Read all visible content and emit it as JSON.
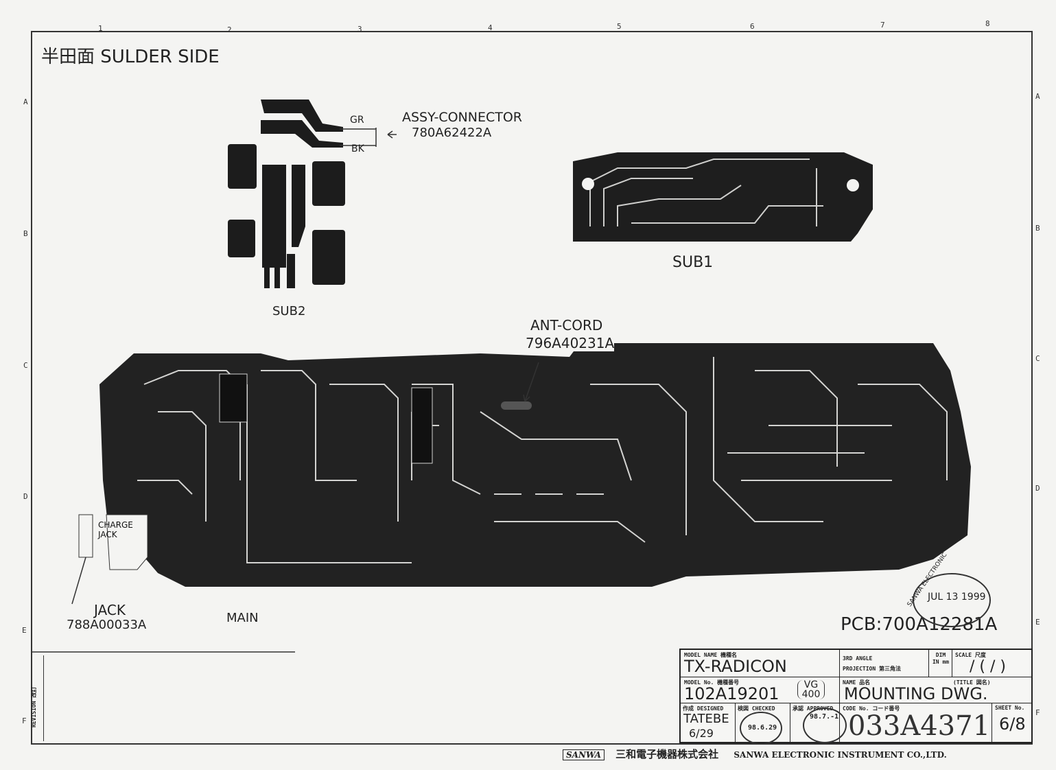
{
  "grid": {
    "columns": [
      "1",
      "2",
      "3",
      "4",
      "5",
      "6",
      "7",
      "8"
    ],
    "rows": [
      "A",
      "B",
      "C",
      "D",
      "E",
      "F"
    ]
  },
  "heading": "半田面 SULDER SIDE",
  "labels": {
    "gr": "GR",
    "bk": "BK",
    "assy_connector": "ASSY-CONNECTOR",
    "assy_connector_code": "780A62422A",
    "sub2": "SUB2",
    "sub1": "SUB1",
    "ant_cord": "ANT-CORD",
    "ant_cord_code": "796A40231A",
    "charge_jack": "CHARGE JACK",
    "jack": "JACK",
    "jack_code": "788A00033A",
    "main": "MAIN",
    "pcb": "PCB:700A12281A",
    "date_stamp": "JUL 13 1999",
    "stamp_ring": "SANWA ELECTRONIC"
  },
  "revision_label": "REVISION 改訂",
  "title_block": {
    "model_name_label": "MODEL NAME 機種名",
    "model_name": "TX-RADICON",
    "projection_label": "3RD ANGLE PROJECTION 第三角法",
    "dim_label": "DIM IN mm",
    "scale_label": "SCALE 尺度",
    "scale_value": "/ ( / )",
    "model_no_label": "MODEL No. 機種番号",
    "model_no": "102A19201",
    "model_variant": "VG 400",
    "name_label": "NAME 品名",
    "title_label": "(TITLE 図名)",
    "name": "MOUNTING DWG.",
    "designed_label": "作成 DESIGNED",
    "designed_by": "TATEBE",
    "designed_date": "6/29",
    "checked_label": "検図 CHECKED",
    "checked_date": "98.6.29",
    "approved_label": "承認 APPROVED",
    "approved_date": "98.7.-1",
    "code_label": "CODE No. コード番号",
    "code": "033A4371",
    "sheet_label": "SHEET No.",
    "sheet": "6/8"
  },
  "footer": {
    "logo": "SANWA",
    "company_jp": "三和電子機器株式会社",
    "company_en": "SANWA ELECTRONIC INSTRUMENT CO.,LTD."
  }
}
